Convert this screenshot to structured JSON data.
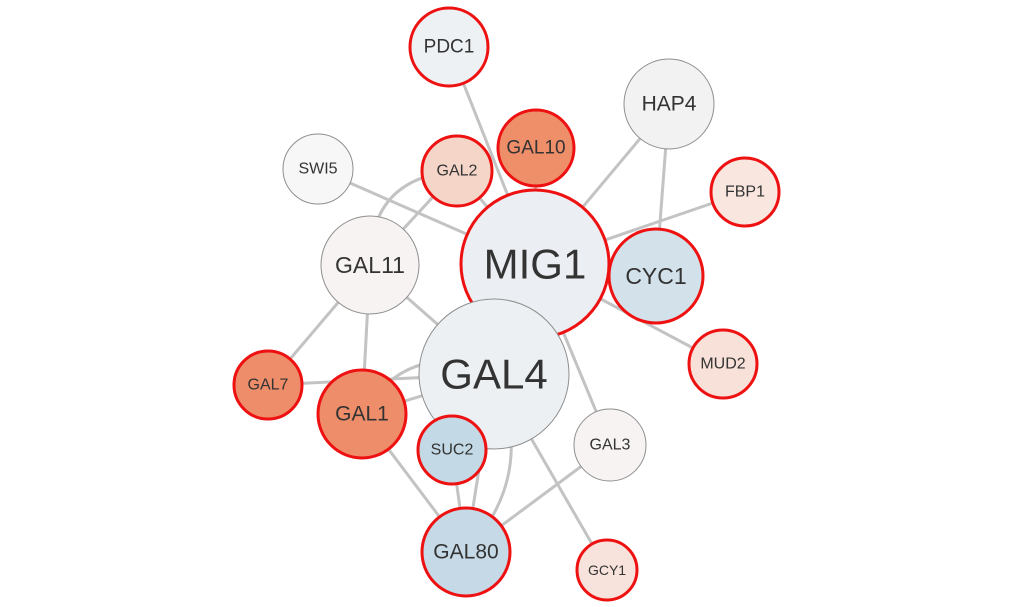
{
  "nodes": [
    {
      "id": "PDC1",
      "label": "PDC1",
      "fill": "#eef1f4",
      "highlighted": true
    },
    {
      "id": "HAP4",
      "label": "HAP4",
      "fill": "#f2f2f2",
      "highlighted": false
    },
    {
      "id": "GAL10",
      "label": "GAL10",
      "fill": "#ef8f6a",
      "highlighted": true
    },
    {
      "id": "SWI5",
      "label": "SWI5",
      "fill": "#f7f7f7",
      "highlighted": false
    },
    {
      "id": "GAL2",
      "label": "GAL2",
      "fill": "#f5d5c8",
      "highlighted": true
    },
    {
      "id": "FBP1",
      "label": "FBP1",
      "fill": "#f9e6df",
      "highlighted": true
    },
    {
      "id": "MIG1",
      "label": "MIG1",
      "fill": "#ebeef2",
      "highlighted": true
    },
    {
      "id": "GAL11",
      "label": "GAL11",
      "fill": "#f6f3f2",
      "highlighted": false
    },
    {
      "id": "CYC1",
      "label": "CYC1",
      "fill": "#d3e2ea",
      "highlighted": true
    },
    {
      "id": "MUD2",
      "label": "MUD2",
      "fill": "#f8e1d9",
      "highlighted": true
    },
    {
      "id": "GAL4",
      "label": "GAL4",
      "fill": "#ecf0f3",
      "highlighted": false
    },
    {
      "id": "GAL7",
      "label": "GAL7",
      "fill": "#ee8d69",
      "highlighted": true
    },
    {
      "id": "GAL1",
      "label": "GAL1",
      "fill": "#ee8d69",
      "highlighted": true
    },
    {
      "id": "SUC2",
      "label": "SUC2",
      "fill": "#c3d9e6",
      "highlighted": true
    },
    {
      "id": "GAL3",
      "label": "GAL3",
      "fill": "#f6f3f2",
      "highlighted": false
    },
    {
      "id": "GAL80",
      "label": "GAL80",
      "fill": "#c5d9e6",
      "highlighted": true
    },
    {
      "id": "GCY1",
      "label": "GCY1",
      "fill": "#f8e3dc",
      "highlighted": true
    }
  ],
  "edges": [
    {
      "source": "PDC1",
      "target": "MIG1"
    },
    {
      "source": "HAP4",
      "target": "MIG1"
    },
    {
      "source": "HAP4",
      "target": "CYC1"
    },
    {
      "source": "GAL10",
      "target": "MIG1"
    },
    {
      "source": "SWI5",
      "target": "MIG1"
    },
    {
      "source": "GAL2",
      "target": "MIG1"
    },
    {
      "source": "GAL2",
      "target": "GAL11"
    },
    {
      "source": "GAL2",
      "target": "GAL11",
      "curve": 1
    },
    {
      "source": "FBP1",
      "target": "MIG1"
    },
    {
      "source": "MIG1",
      "target": "CYC1"
    },
    {
      "source": "MIG1",
      "target": "MUD2"
    },
    {
      "source": "MIG1",
      "target": "GAL3"
    },
    {
      "source": "GAL11",
      "target": "GAL4"
    },
    {
      "source": "GAL11",
      "target": "GAL7"
    },
    {
      "source": "GAL11",
      "target": "GAL1"
    },
    {
      "source": "GAL4",
      "target": "GAL7"
    },
    {
      "source": "GAL4",
      "target": "GAL1"
    },
    {
      "source": "GAL4",
      "target": "GAL1",
      "curve": 1
    },
    {
      "source": "GAL4",
      "target": "SUC2"
    },
    {
      "source": "GAL4",
      "target": "GAL80"
    },
    {
      "source": "GAL4",
      "target": "GCY1"
    },
    {
      "source": "GAL4",
      "target": "GAL80",
      "curve": -1
    },
    {
      "source": "GAL1",
      "target": "GAL80"
    },
    {
      "source": "GAL3",
      "target": "GAL80"
    },
    {
      "source": "SUC2",
      "target": "GAL80"
    }
  ],
  "colors": {
    "edge": "#c3c3c3",
    "highlight_border": "#ee1111",
    "default_border": "#8f8f8f",
    "label": "#333333"
  }
}
